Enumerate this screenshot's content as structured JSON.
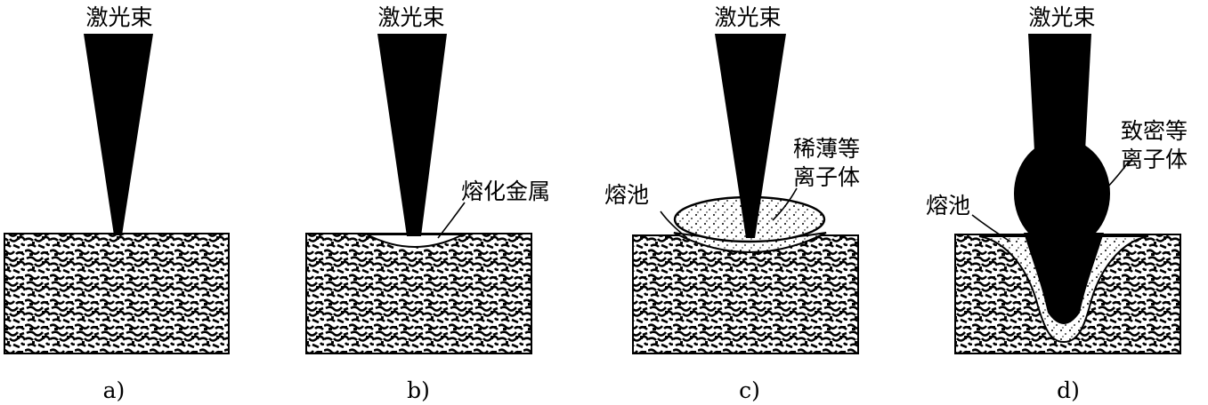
{
  "colors": {
    "ink": "#000000",
    "paper": "#ffffff"
  },
  "panels": [
    {
      "id": "a",
      "beam_label": "激光束",
      "caption": "a)"
    },
    {
      "id": "b",
      "beam_label": "激光束",
      "caption": "b)",
      "molten_label": "熔化金属"
    },
    {
      "id": "c",
      "beam_label": "激光束",
      "caption": "c)",
      "pool_label": "熔池",
      "plasma_label": [
        "稀薄等",
        "离子体"
      ]
    },
    {
      "id": "d",
      "beam_label": "激光束",
      "caption": "d)",
      "pool_label": "熔池",
      "plasma_label": [
        "致密等",
        "离子体"
      ]
    }
  ]
}
